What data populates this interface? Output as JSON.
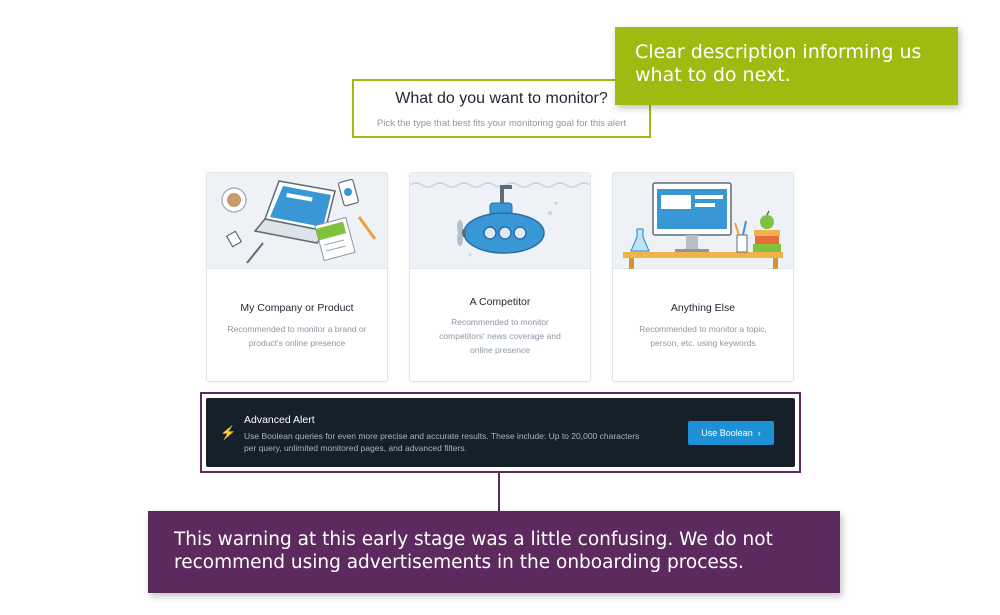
{
  "header": {
    "title": "What do you want to monitor?",
    "subtitle": "Pick the type that best fits your monitoring goal for this alert"
  },
  "annotations": {
    "top": "Clear description informing us what to do next.",
    "bottom": "This warning at this early stage was a little confusing. We do not recommend using advertisements in the onboarding process."
  },
  "options": [
    {
      "title": "My Company or Product",
      "description": "Recommended to monitor a brand or product's online presence",
      "illustration": "desk-laptop-illustration"
    },
    {
      "title": "A Competitor",
      "description": "Recommended to monitor competitors' news coverage and online presence",
      "illustration": "submarine-illustration"
    },
    {
      "title": "Anything Else",
      "description": "Recommended to monitor a topic, person, etc. using keywords",
      "illustration": "desk-computer-illustration"
    }
  ],
  "advanced": {
    "icon": "lightning-bolt-icon",
    "title": "Advanced Alert",
    "description": "Use Boolean queries for even more precise and accurate results. These include: Up to 20,000 characters per query, unlimited monitored pages, and advanced filters.",
    "button_label": "Use Boolean",
    "button_chevron": "›"
  },
  "colors": {
    "accent_green": "#a0ba12",
    "accent_purple": "#5c2a5e",
    "button_blue": "#1e90d6",
    "dark_bar": "#15202b"
  }
}
